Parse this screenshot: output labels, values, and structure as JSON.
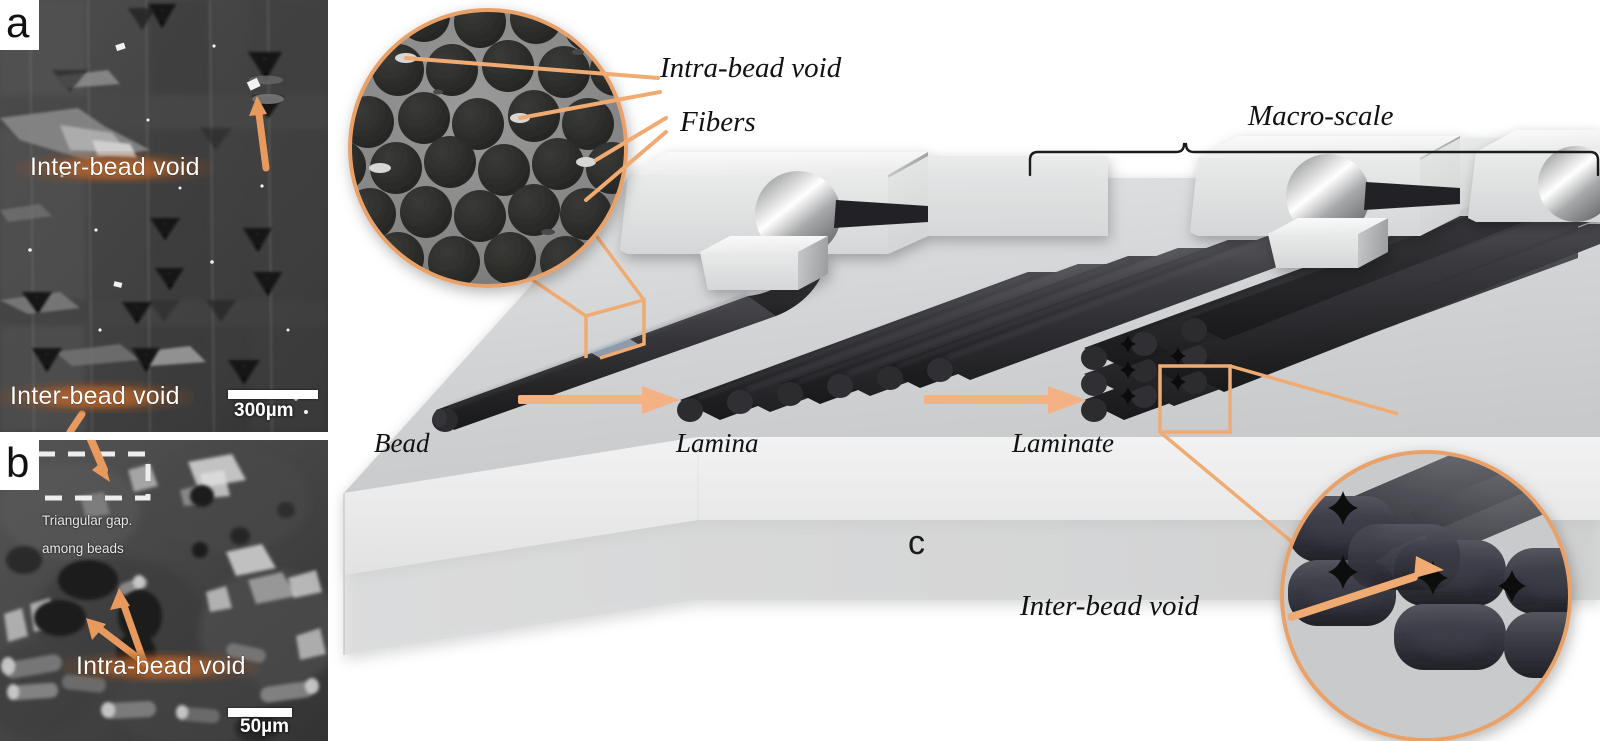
{
  "figure": {
    "type": "scientific-figure",
    "description": "Multi-scale schematic of continuous fiber reinforced 3D printed composite with SEM micrographs of voids",
    "background_color": "#ffffff",
    "accent_color": "#f4b183",
    "label_color": "#111111"
  },
  "panels": {
    "a": {
      "letter": "a",
      "type": "sem-micrograph",
      "labels": [
        {
          "text": "Inter-bead void",
          "id": "inter-bead-void-top"
        },
        {
          "text": "Inter-bead void",
          "id": "inter-bead-void-bottom"
        }
      ],
      "scale_bar": {
        "value": "300µm"
      }
    },
    "b": {
      "letter": "b",
      "type": "sem-micrograph",
      "labels": [
        {
          "text": "Triangular gap.",
          "id": "triangular-gap-line1"
        },
        {
          "text": "among beads",
          "id": "triangular-gap-line2"
        },
        {
          "text": "Intra-bead void",
          "id": "intra-bead-void"
        }
      ],
      "scale_bar": {
        "value": "50µm"
      }
    },
    "c": {
      "letter": "c",
      "type": "3d-schematic",
      "stage_labels": [
        {
          "text": "Bead",
          "id": "stage-bead"
        },
        {
          "text": "Lamina",
          "id": "stage-lamina"
        },
        {
          "text": "Laminate",
          "id": "stage-laminate"
        }
      ],
      "scale_bracket": {
        "text": "Macro-scale"
      },
      "callouts": [
        {
          "text": "Intra-bead void",
          "id": "callout-intra-bead-void"
        },
        {
          "text": "Fibers",
          "id": "callout-fibers"
        },
        {
          "text": "Inter-bead void",
          "id": "callout-inter-bead-void"
        }
      ],
      "insets": [
        {
          "id": "micro-scale-inset",
          "content": "fiber cross-sections in matrix with intra-bead voids"
        },
        {
          "id": "meso-scale-inset",
          "content": "stacked beads with star-shaped inter-bead voids"
        }
      ]
    }
  },
  "colors": {
    "accent_orange": "#f4b183",
    "accent_orange_dark": "#e09a62",
    "bead_dark": "#2e2e31",
    "plate_light": "#d9dadb",
    "plate_mid": "#c6c7c8",
    "glow_brown": "#b4602880"
  }
}
